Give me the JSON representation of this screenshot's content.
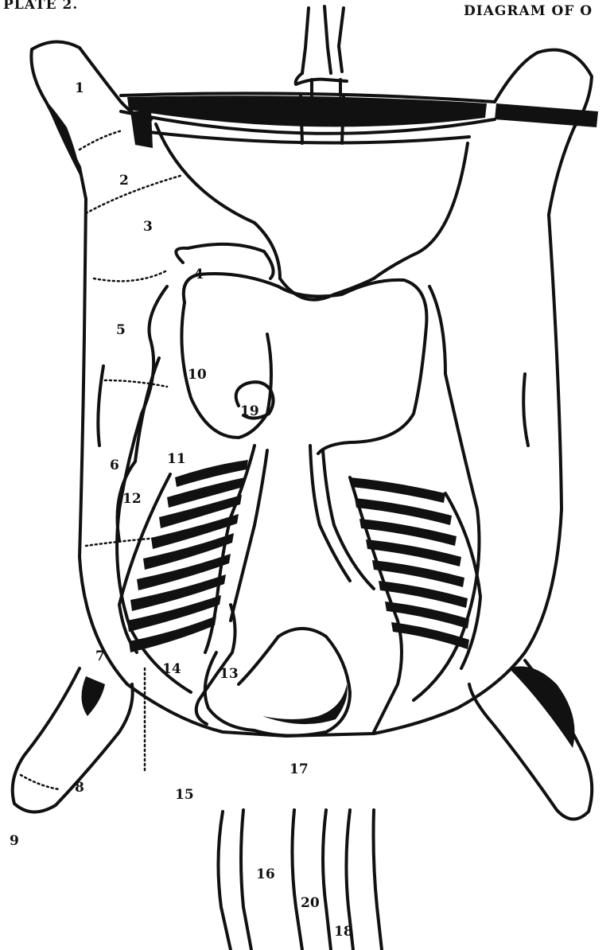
{
  "header": {
    "plate_label": "PLATE 2.",
    "title": "DIAGRAM OF O"
  },
  "cut_labels": {
    "c1": "1",
    "c2": "2",
    "c3": "3",
    "c4": "4",
    "c5": "5",
    "c6": "6",
    "c7": "7",
    "c8": "8",
    "c9": "9",
    "c10": "10",
    "c11": "11",
    "c12": "12",
    "c13": "13",
    "c14": "14",
    "c15": "15",
    "c16": "16",
    "c17": "17",
    "c18": "18",
    "c19": "19",
    "c20": "20"
  }
}
